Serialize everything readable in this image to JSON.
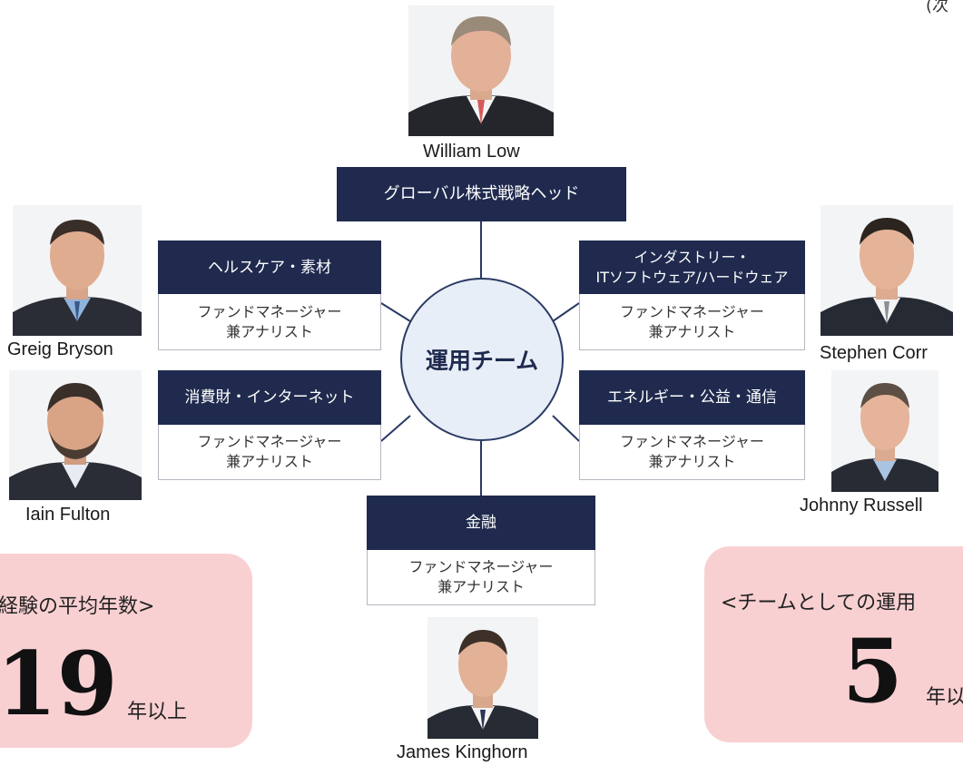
{
  "corner_text": "(次",
  "head": {
    "name": "William Low",
    "role": "グローバル株式戦略ヘッド"
  },
  "center": "運用チーム",
  "sectors": [
    {
      "title": "ヘルスケア・素材",
      "role_line1": "ファンドマネージャー",
      "role_line2": "兼アナリスト"
    },
    {
      "title_line1": "インダストリー・",
      "title_line2": "ITソフトウェア/ハードウェア",
      "role_line1": "ファンドマネージャー",
      "role_line2": "兼アナリスト"
    },
    {
      "title": "消費財・インターネット",
      "role_line1": "ファンドマネージャー",
      "role_line2": "兼アナリスト"
    },
    {
      "title": "エネルギー・公益・通信",
      "role_line1": "ファンドマネージャー",
      "role_line2": "兼アナリスト"
    },
    {
      "title": "金融",
      "role_line1": "ファンドマネージャー",
      "role_line2": "兼アナリスト"
    }
  ],
  "people": {
    "greig": "Greig Bryson",
    "stephen": "Stephen Corr",
    "iain": "Iain Fulton",
    "johnny": "Johnny Russell",
    "james": "James Kinghorn"
  },
  "stats": {
    "left": {
      "title": "経験の平均年数>",
      "value": "19",
      "unit": "年以上"
    },
    "right": {
      "title": "<チームとしての運用",
      "value": "5",
      "unit": "年以"
    }
  },
  "colors": {
    "navy": "#1f2a4e",
    "circle_fill": "#e8eef7",
    "pink": "#f9d0d2"
  }
}
